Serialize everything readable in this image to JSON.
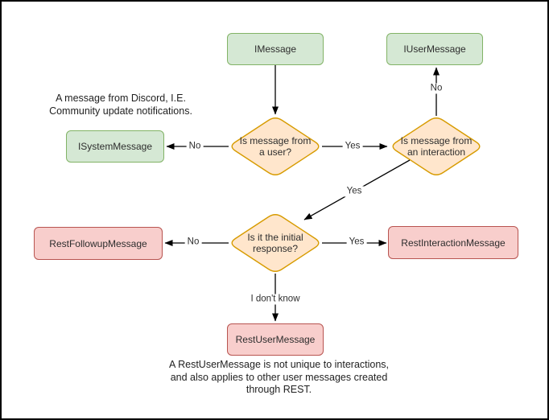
{
  "diagram": {
    "title_hint": "Discord message type decision flowchart",
    "nodes": {
      "imessage": {
        "label": "IMessage",
        "kind": "interface"
      },
      "iusermessage": {
        "label": "IUserMessage",
        "kind": "interface"
      },
      "isystemmessage": {
        "label": "ISystemMessage",
        "kind": "interface"
      },
      "restfollowupmessage": {
        "label": "RestFollowupMessage",
        "kind": "rest-class"
      },
      "restinteractionmessage": {
        "label": "RestInteractionMessage",
        "kind": "rest-class"
      },
      "restusermessage": {
        "label": "RestUserMessage",
        "kind": "rest-class"
      }
    },
    "decisions": {
      "from_user": {
        "label": "Is message from\na user?"
      },
      "from_interaction": {
        "label": "Is message from\nan interaction"
      },
      "initial_response": {
        "label": "Is it the initial\nresponse?"
      }
    },
    "edge_labels": {
      "user_no": "No",
      "user_yes": "Yes",
      "interaction_no": "No",
      "interaction_yes": "Yes",
      "initial_no": "No",
      "initial_yes": "Yes",
      "initial_unknown": "I don't know"
    },
    "annotations": {
      "system_note": "A message from Discord, I.E.\nCommunity update notifications.",
      "rest_user_note": "A RestUserMessage is not unique to interactions,\nand also applies to other user messages created\nthrough REST."
    },
    "colors": {
      "interface_fill": "#d5e8d4",
      "interface_border": "#82b366",
      "decision_fill": "#ffe6cc",
      "decision_border": "#d79b00",
      "rest_fill": "#f8cecc",
      "rest_border": "#b85450",
      "arrow": "#000000",
      "background": "#ffffff"
    }
  }
}
